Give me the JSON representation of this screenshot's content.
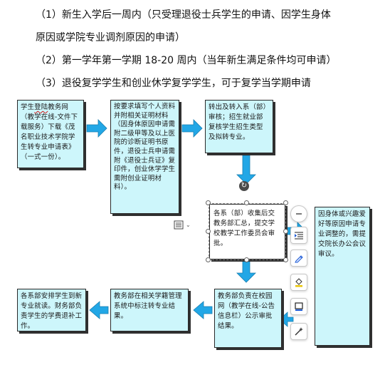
{
  "paragraphs": [
    "（1）新生入学后一周内（只受理退役士兵学生的申请、因学生身体",
    "原因或学院专业调剂原因的申请）",
    "（2）第一学年第一学期 18-20 周内（当年新生满足条件均可申请）",
    "（3）退役复学学生和创业休学复学学生，可于复学当学期申请"
  ],
  "flow": {
    "step1": {
      "pre": "学生",
      "underlined": "登陆",
      "post": "教务网（教学在线-文件下载服务）下载《茂名职业技术学院学生转专业申请表》（一式一份）。"
    },
    "step2": "按要求填写个人资料并附相关证明材料（因身体原因申请需附二级甲等及以上医院的诊断证明书原件，退役士兵申请需附《退役士兵证》复印件，创业休学学生需附创业证明材料）。",
    "step3": "转出及转入系（部）审核；招生就业部复核学生招生类型及拟转专业。",
    "step4": "各系（部）收集后交教务部汇总，提交学校教学工作委员会审批。",
    "step_side": "因身体或兴趣爱好等原因申请专业调整的，需提交院长办公会议审议。",
    "step5": "教务部负责在校园网（教学在线-公告信息栏）公示审批结果。",
    "step6": "教务部在相关学籍管理系统中标注转专业结果。",
    "step7": "各系部安排学生到新专业就读。财务部负责学生的学费退补工作。"
  },
  "toolbar": {
    "layout_icon": "layout-options-icon",
    "icons": [
      "minus-icon",
      "text-wrap-icon",
      "pen-icon",
      "fill-bucket-icon",
      "border-icon",
      "magic-icon"
    ]
  },
  "colors": {
    "box_fill": "#cdf6fb",
    "arrow_fill": "#22a7e6",
    "accent_blue": "#1e5bd6"
  }
}
